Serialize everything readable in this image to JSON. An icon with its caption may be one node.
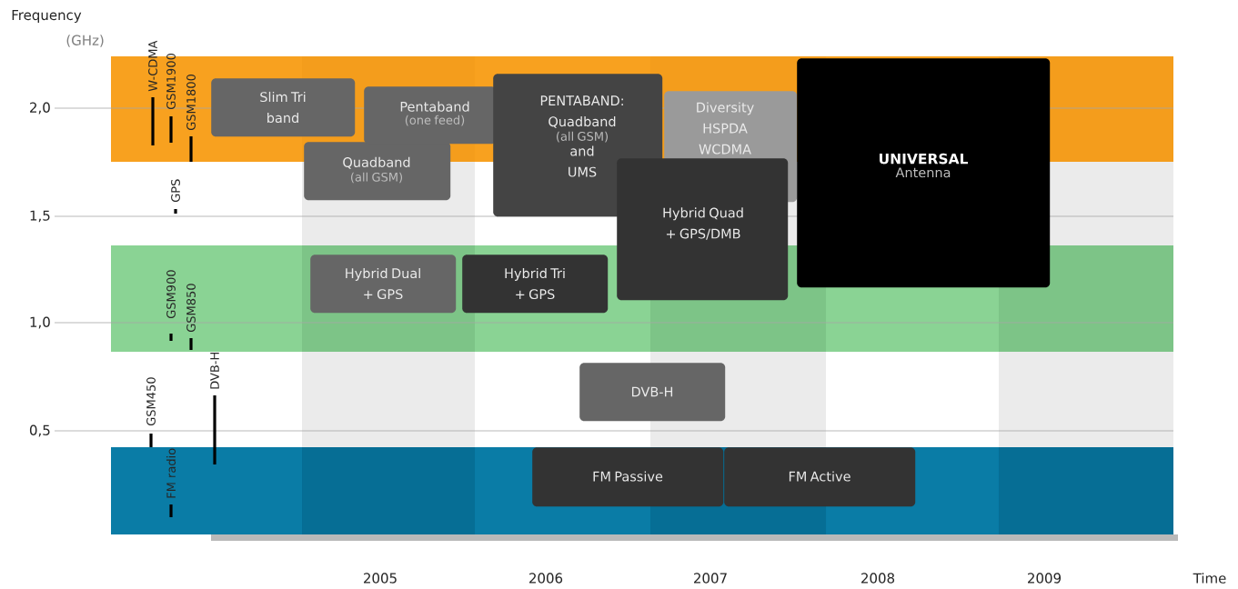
{
  "diagram": {
    "nodes": [
      {
        "text": [
          "Slim Tri band"
        ]
      },
      {
        "text": [
          "Pentaband",
          "(one feed)"
        ]
      },
      {
        "text": [
          "Quadband",
          "(all GSM)"
        ]
      },
      {
        "text": [
          "PENTABAND: Quadband",
          "(all GSM)",
          "and UMS"
        ]
      },
      {
        "text": [
          "Diversity HSPDA WCDMA"
        ]
      },
      {
        "text": [
          "Hybrid Quad + GPS/DMB"
        ]
      },
      {
        "text": [
          "UNIVERSAL",
          "Antenna"
        ]
      },
      {
        "text": [
          "Hybrid Dual + GPS"
        ]
      },
      {
        "text": [
          "Hybrid Tri + GPS"
        ]
      },
      {
        "text": [
          "DVB-H"
        ]
      },
      {
        "text": [
          "FM Passive"
        ]
      },
      {
        "text": [
          "FM Active"
        ]
      }
    ],
    "edges": [],
    "labels": [
      "Frequency",
      "(GHz)",
      "2,0",
      "1,5",
      "1,0",
      "0,5",
      "W-CDMA",
      "GSM1900",
      "GSM1800",
      "GPS",
      "GSM900",
      "GSM850",
      "GSM450",
      "FM radio",
      "DVB-H",
      "2005",
      "2006",
      "2007",
      "2008",
      "2009",
      "Time"
    ]
  }
}
